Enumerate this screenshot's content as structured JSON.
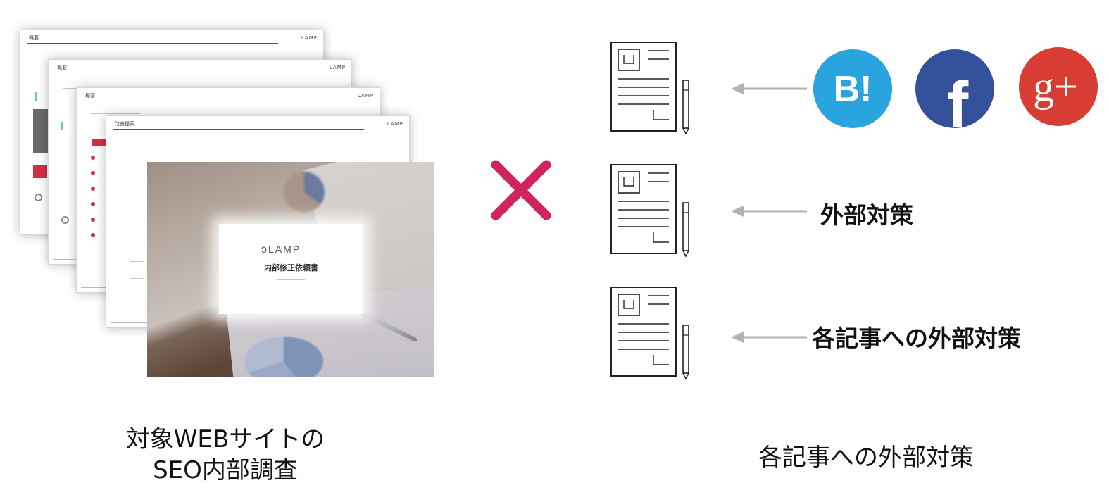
{
  "captions": {
    "left_line1": "対象WEBサイトの",
    "left_line2": "SEO内部調査",
    "right": "各記事への外部対策"
  },
  "labels": {
    "row2": "外部対策",
    "row3": "各記事への外部対策"
  },
  "social_icons": {
    "hatena": "B!",
    "facebook": "f",
    "gplus": "g+"
  },
  "cover": {
    "logo": "LAMP",
    "title": "内部修正依頼書"
  },
  "pages": {
    "logo": "LAMP"
  },
  "colors": {
    "cross": "#d0245a",
    "arrow": "#b3b3b3",
    "hatena": "#29a4de",
    "facebook": "#34509a",
    "gplus": "#d73d32"
  },
  "icons": [
    "document-pen-icon",
    "hatena-bookmark-icon",
    "facebook-icon",
    "google-plus-icon",
    "cross-icon",
    "arrow-left-icon"
  ]
}
